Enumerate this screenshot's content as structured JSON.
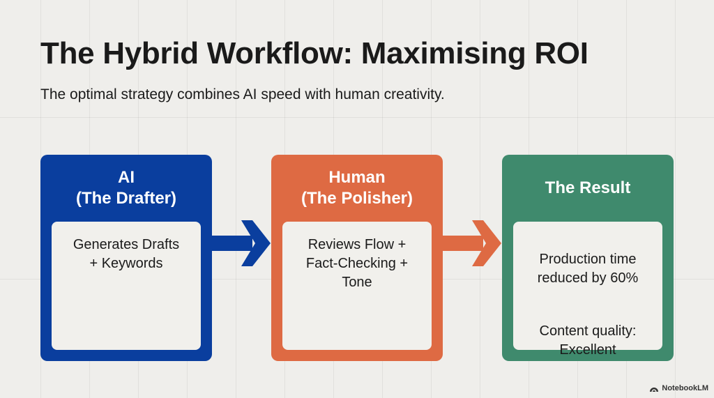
{
  "slide": {
    "title": "The Hybrid Workflow: Maximising ROI",
    "subtitle": "The optimal strategy combines AI speed with human creativity."
  },
  "cards": [
    {
      "heading": "AI\n(The Drafter)",
      "body": "Generates Drafts\n+ Keywords",
      "color": "#0a3e9e"
    },
    {
      "heading": "Human\n(The Polisher)",
      "body": "Reviews Flow +\nFact-Checking +\nTone",
      "color": "#de6a43"
    },
    {
      "heading": "The Result",
      "body_lines": [
        "Production time\nreduced by 60%",
        "Content quality:\nExcellent"
      ],
      "color": "#3f8a6d"
    }
  ],
  "arrows": [
    {
      "from": "AI (The Drafter)",
      "to": "Human (The Polisher)",
      "color": "#0a3e9e"
    },
    {
      "from": "Human (The Polisher)",
      "to": "The Result",
      "color": "#de6a43"
    }
  ],
  "branding": {
    "label": "NotebookLM",
    "icon": "notebooklm-logo-icon"
  }
}
